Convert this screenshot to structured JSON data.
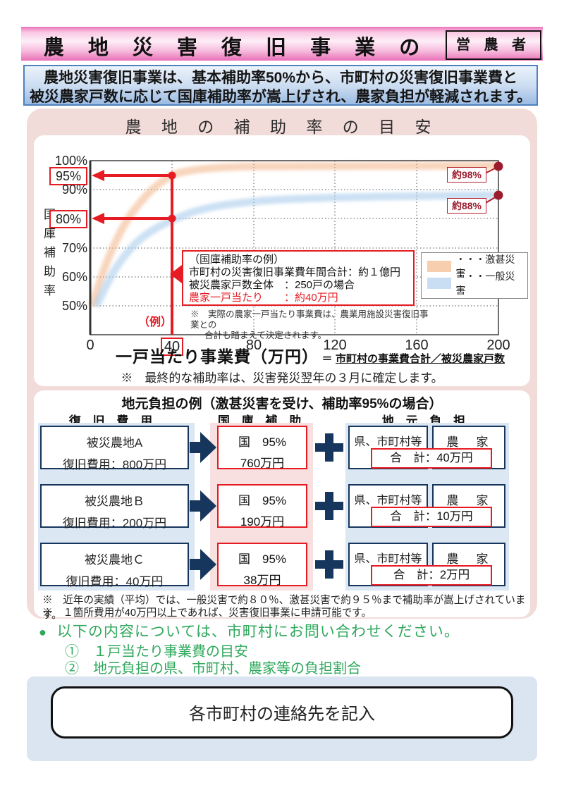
{
  "header": {
    "title": "農 地 災 害 復 旧 事 業 の 補 助 率",
    "badge": "営 農 者 用"
  },
  "intro": {
    "line1": "農地災害復旧事業は、基本補助率50%から、市町村の災害復旧事業費と",
    "line2": "被災農家戸数に応じて国庫補助率が嵩上げされ、農家負担が軽減されます。"
  },
  "chart_data": {
    "type": "line",
    "title": "農 地 の 補 助 率 の 目 安",
    "ylabel": "国庫補助率",
    "xlabel": "一戸当たり事業費（万円）",
    "xlabel_eq": "＝",
    "xlabel_suffix": "市町村の事業費合計／被災農家戸数",
    "xlim": [
      0,
      200
    ],
    "ylim": [
      50,
      100
    ],
    "grid": true,
    "legend_position": "right-middle",
    "x_ticks": [
      "0",
      "40",
      "80",
      "120",
      "160",
      "200"
    ],
    "y_ticks": [
      "100%",
      "95%",
      "90%",
      "80%",
      "70%",
      "60%",
      "50%"
    ],
    "series": [
      {
        "name": "激甚災害",
        "color": "#f8cfae",
        "x": [
          0,
          10,
          20,
          30,
          40,
          60,
          80,
          120,
          160,
          200
        ],
        "values": [
          50,
          66,
          81,
          90,
          95,
          97.3,
          97.7,
          98,
          98,
          98
        ],
        "end_label": "約98%"
      },
      {
        "name": "一般災害",
        "color": "#c9def2",
        "x": [
          0,
          10,
          20,
          30,
          40,
          60,
          80,
          120,
          160,
          200
        ],
        "values": [
          50,
          57,
          66,
          73,
          80,
          84.5,
          86,
          87.5,
          88,
          88
        ],
        "end_label": "約88%"
      }
    ],
    "legend": {
      "item1": "・・・激甚災害",
      "item2": "・・・一般災害"
    },
    "highlight": {
      "x_value": "40",
      "example_label": "（例）",
      "y_label_severe": "95%",
      "y_label_general": "80%"
    },
    "annotation": {
      "title": "（国庫補助率の例）",
      "line1": "市町村の災害復旧事業費年間合計：約１億円",
      "line2": "被災農家戸数全体　：250戸の場合",
      "line3": "農家一戸当たり　　：約40万円"
    },
    "note_inner1": "※　実際の農家一戸当たり事業費は、農業用施設災害復旧事業との",
    "note_inner2": "合計も踏まえて決定されます。",
    "note_below": "※　最終的な補助率は、災害発災翌年の３月に確定します。"
  },
  "example": {
    "title": "地元負担の例（激甚災害を受け、補助率95%の場合）",
    "col_headers": {
      "c1": "復 旧 費 用",
      "c2": "国 庫 補 助",
      "c3": "地 元 負 担"
    },
    "rows": [
      {
        "name": "被災農地А",
        "cost": "復旧費用：800万円",
        "rate": "国　95%",
        "amount": "760万円",
        "local1": "県、市町村等",
        "local2": "農　家",
        "total": "合　計：40万円"
      },
      {
        "name": "被災農地Ｂ",
        "cost": "復旧費用：200万円",
        "rate": "国　95%",
        "amount": "190万円",
        "local1": "県、市町村等",
        "local2": "農　家",
        "total": "合　計：10万円"
      },
      {
        "name": "被災農地Ｃ",
        "cost": "復旧費用：40万円",
        "rate": "国　95%",
        "amount": "38万円",
        "local1": "県、市町村等",
        "local2": "農　家",
        "total": "合　計：2万円"
      }
    ],
    "note1": "※　近年の実績（平均）では、一般災害で約８０％、激甚災害で約９５％まで補助率が嵩上げされています。",
    "note2": "※　１箇所費用が40万円以上であれば、災害復旧事業に申請可能です。"
  },
  "contact": {
    "bullet_text": "以下の内容については、市町村にお問い合わせください。",
    "item1": "①　１戸当たり事業費の目安",
    "item2": "②　地元負担の県、市町村、農家等の負担割合",
    "box_label": "各市町村の連絡先を記入"
  },
  "colors": {
    "navy": "#17365d",
    "red": "#e61b23",
    "dark_red": "#9c1b2c",
    "pink_panel": "#f2dcd9",
    "band_blue": "#dbe7f3",
    "band_pink": "#f7e0df",
    "severe_curve": "#f8cfae",
    "general_curve": "#c9def2",
    "green": "#2fa85c"
  }
}
